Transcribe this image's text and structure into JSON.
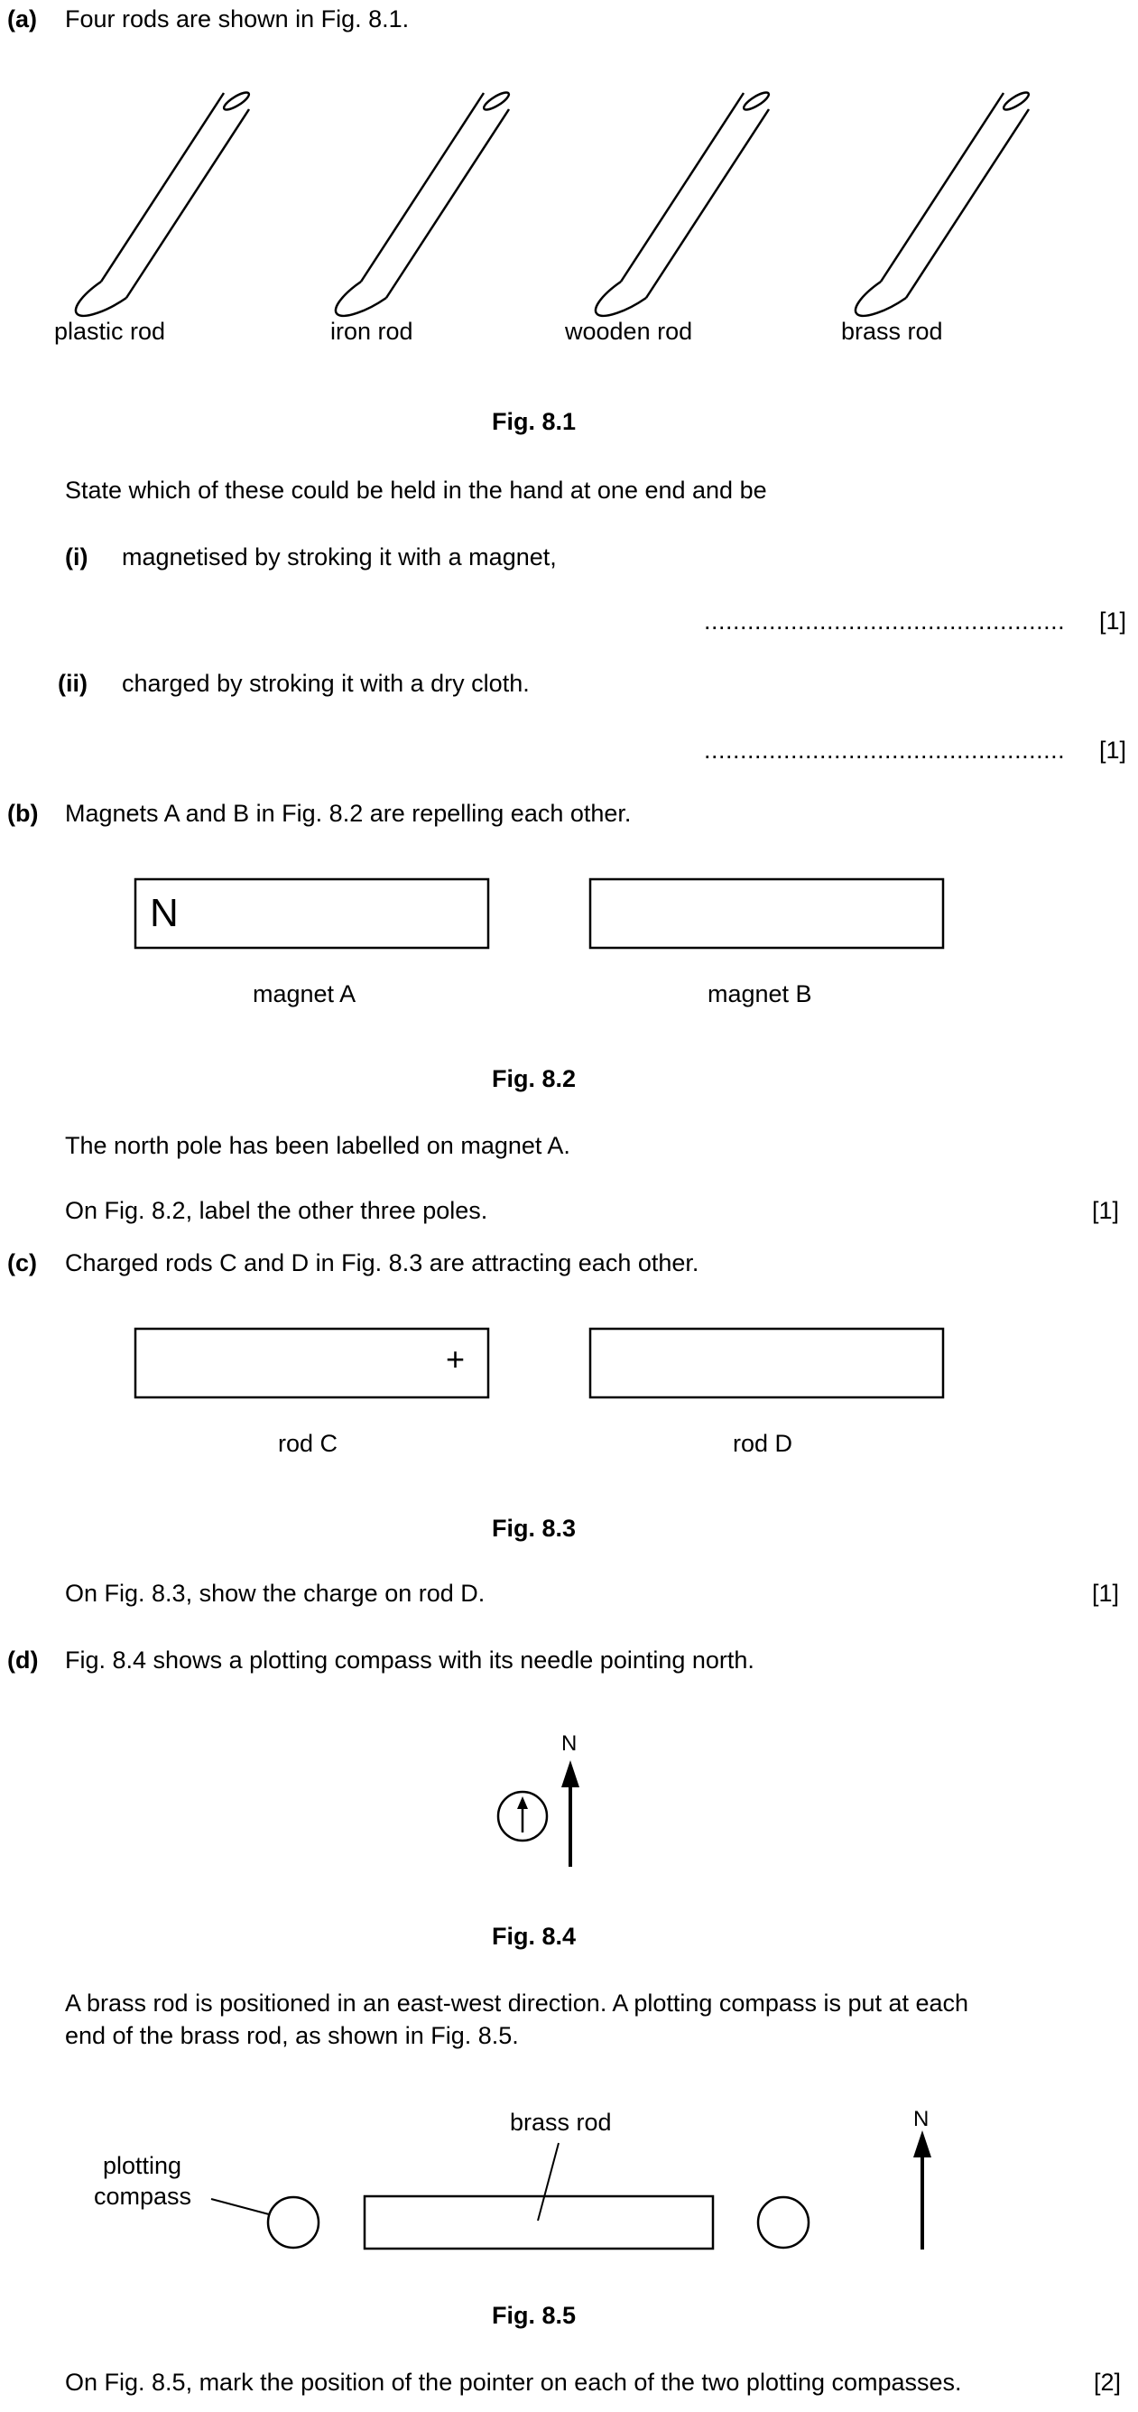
{
  "part_a": {
    "letter": "(a)",
    "intro": "Four rods are shown in Fig. 8.1.",
    "rod_labels": [
      "plastic rod",
      "iron rod",
      "wooden rod",
      "brass rod"
    ],
    "fig_caption": "Fig. 8.1",
    "question": "State which of these could be held in the hand at one end and be",
    "i_num": "(i)",
    "i_text": "magnetised by stroking it with a magnet,",
    "ii_num": "(ii)",
    "ii_text": "charged by stroking it with a dry cloth.",
    "answer_line": "..................................................",
    "mark_i": "[1]",
    "mark_ii": "[1]"
  },
  "part_b": {
    "letter": "(b)",
    "intro": "Magnets A and B in Fig. 8.2 are repelling each other.",
    "pole_label": "N",
    "magnet_a_label": "magnet A",
    "magnet_b_label": "magnet B",
    "fig_caption": "Fig. 8.2",
    "text1": "The north pole has been labelled on magnet A.",
    "text2": "On Fig. 8.2, label the other three poles.",
    "mark": "[1]"
  },
  "part_c": {
    "letter": "(c)",
    "intro": "Charged rods C and D in Fig. 8.3 are attracting each other.",
    "charge_symbol": "+",
    "rod_c_label": "rod C",
    "rod_d_label": "rod D",
    "fig_caption": "Fig. 8.3",
    "text": "On Fig. 8.3, show the charge on rod D.",
    "mark": "[1]"
  },
  "part_d": {
    "letter": "(d)",
    "intro": "Fig. 8.4 shows a plotting compass with its needle pointing north.",
    "north_label": "N",
    "fig84_caption": "Fig. 8.4",
    "para_line1": "A brass rod is positioned in an east-west direction. A plotting compass is put at each",
    "para_line2": "end of the brass rod, as shown in Fig. 8.5.",
    "brass_rod_label": "brass rod",
    "compass_label_1": "plotting",
    "compass_label_2": "compass",
    "north_label_2": "N",
    "fig85_caption": "Fig. 8.5",
    "final_text": "On Fig. 8.5, mark the position of the pointer on each of the two plotting compasses.",
    "mark": "[2]"
  }
}
